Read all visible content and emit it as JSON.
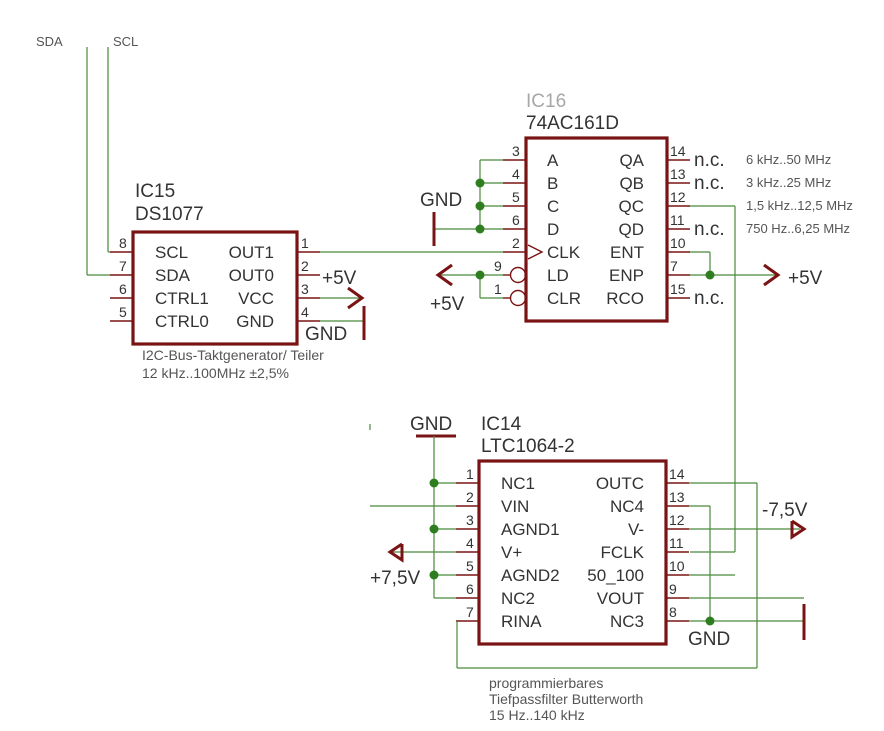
{
  "signals": {
    "sda": "SDA",
    "scl": "SCL"
  },
  "ic15": {
    "ref": "IC15",
    "value": "DS1077",
    "left_pins": [
      {
        "num": "8",
        "name": "SCL"
      },
      {
        "num": "7",
        "name": "SDA"
      },
      {
        "num": "6",
        "name": "CTRL1"
      },
      {
        "num": "5",
        "name": "CTRL0"
      }
    ],
    "right_pins": [
      {
        "num": "1",
        "name": "OUT1"
      },
      {
        "num": "2",
        "name": "OUT0"
      },
      {
        "num": "3",
        "name": "VCC"
      },
      {
        "num": "4",
        "name": "GND"
      }
    ],
    "desc_line1": "I2C-Bus-Taktgenerator/ Teiler",
    "desc_line2": "12 kHz..100MHz ±2,5%",
    "vcc_label": "+5V",
    "gnd_label": "GND"
  },
  "ic16": {
    "ref": "IC16",
    "value": "74AC161D",
    "left_pins": [
      {
        "num": "3",
        "name": "A"
      },
      {
        "num": "4",
        "name": "B"
      },
      {
        "num": "5",
        "name": "C"
      },
      {
        "num": "6",
        "name": "D"
      },
      {
        "num": "2",
        "name": "CLK"
      },
      {
        "num": "9",
        "name": "LD"
      },
      {
        "num": "1",
        "name": "CLR"
      }
    ],
    "right_pins": [
      {
        "num": "14",
        "name": "QA"
      },
      {
        "num": "13",
        "name": "QB"
      },
      {
        "num": "12",
        "name": "QC"
      },
      {
        "num": "11",
        "name": "QD"
      },
      {
        "num": "10",
        "name": "ENT"
      },
      {
        "num": "7",
        "name": "ENP"
      },
      {
        "num": "15",
        "name": "RCO"
      }
    ],
    "nc": "n.c.",
    "freqs": [
      "6 kHz..50 MHz",
      "3 kHz..25 MHz",
      "1,5 kHz..12,5 MHz",
      "750 Hz..6,25 MHz"
    ],
    "gnd_label": "GND",
    "vcc_left_label": "+5V",
    "vcc_right_label": "+5V"
  },
  "ic14": {
    "ref": "IC14",
    "value": "LTC1064-2",
    "left_pins": [
      {
        "num": "1",
        "name": "NC1"
      },
      {
        "num": "2",
        "name": "VIN"
      },
      {
        "num": "3",
        "name": "AGND1"
      },
      {
        "num": "4",
        "name": "V+"
      },
      {
        "num": "5",
        "name": "AGND2"
      },
      {
        "num": "6",
        "name": "NC2"
      },
      {
        "num": "7",
        "name": "RINA"
      }
    ],
    "right_pins": [
      {
        "num": "14",
        "name": "OUTC"
      },
      {
        "num": "13",
        "name": "NC4"
      },
      {
        "num": "12",
        "name": "V-"
      },
      {
        "num": "11",
        "name": "FCLK"
      },
      {
        "num": "10",
        "name": "50_100"
      },
      {
        "num": "9",
        "name": "VOUT"
      },
      {
        "num": "8",
        "name": "NC3"
      }
    ],
    "gnd_top_label": "GND",
    "gnd_bottom_label": "GND",
    "vplus_label": "+7,5V",
    "vminus_label": "-7,5V",
    "desc_line1": "programmierbares",
    "desc_line2": "Tiefpassfilter Butterworth",
    "desc_line3": "15 Hz..140 kHz"
  }
}
